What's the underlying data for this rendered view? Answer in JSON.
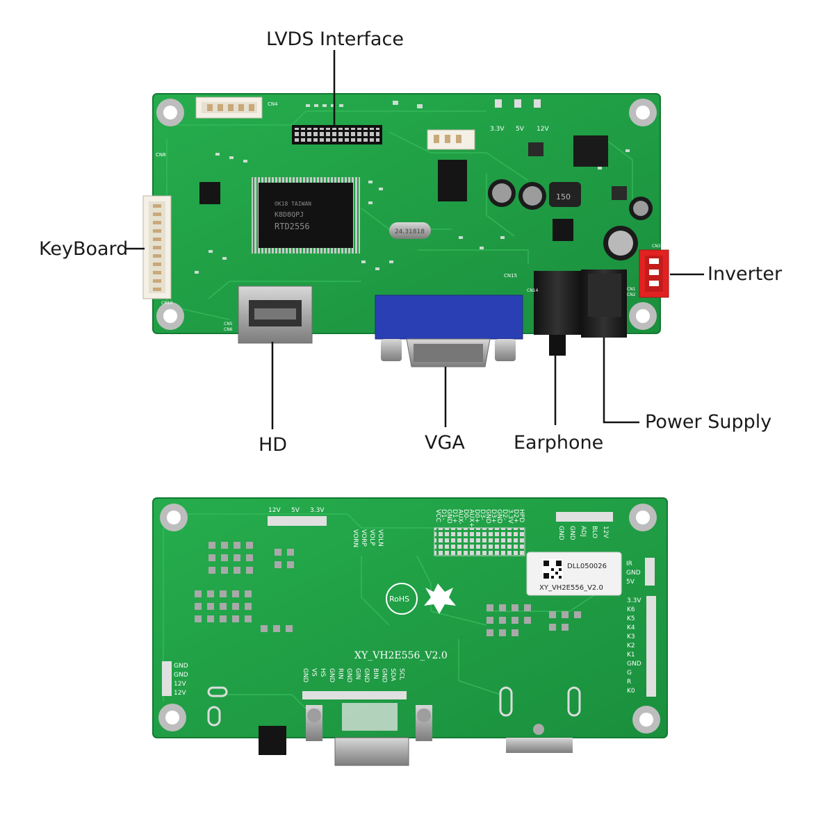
{
  "callouts": {
    "lvds": "LVDS Interface",
    "keyboard": "KeyBoard",
    "inverter": "Inverter",
    "hd": "HD",
    "vga": "VGA",
    "earphone": "Earphone",
    "power_supply": "Power Supply"
  },
  "front_board": {
    "connector_labels": {
      "cn4": "CN4",
      "cn8": "CN8",
      "cn10": "CN10",
      "cn5": "CN5",
      "cn6": "CN6",
      "cn15": "CN15",
      "cn14": "CN14",
      "cn1": "CN1",
      "cn2": "CN2",
      "cn3": "CN3"
    },
    "jumper_labels": [
      "3.3V",
      "5V",
      "12V"
    ],
    "chip_text": [
      "RTD2556",
      "K8D8QPJ",
      "OK18 TAIWAN"
    ],
    "crystal_text": "24.31818",
    "capacitor_text": "150"
  },
  "back_board": {
    "model": "XY_VH2E556_V2.0",
    "sticker_code": "DLL050026",
    "sticker_model": "XY_VH2E556_V2.0",
    "rohs": "RoHS",
    "top_left_pins": [
      "12V",
      "5V",
      "3.3V"
    ],
    "vol_pins": [
      "VOLN",
      "VOLP",
      "VORP",
      "VORN"
    ],
    "dp_pins_a": [
      "VCC",
      "GND",
      "AUX-",
      "AUX+",
      "D3-",
      "D3+",
      "D2-",
      "D2+",
      "D1-",
      "D1+",
      "D0-",
      "D0+",
      "GND",
      "GND",
      "3.3V",
      "HPD"
    ],
    "backlight_pins": [
      "GND",
      "GND",
      "ADJ",
      "BLO",
      "12V"
    ],
    "ir_pins": [
      "IR",
      "GND",
      "5V"
    ],
    "key_pins": [
      "3.3V",
      "K6",
      "K5",
      "K4",
      "K3",
      "K2",
      "K1",
      "GND",
      "G",
      "R",
      "K0"
    ],
    "power_pins": [
      "GND",
      "GND",
      "12V",
      "12V"
    ],
    "bottom_pins": [
      "GND",
      "VS",
      "HS",
      "GND",
      "RIN",
      "GND",
      "GIN",
      "GND",
      "BIN",
      "GND",
      "SDA",
      "SCL"
    ]
  },
  "colors": {
    "pcb": "#1f9e45",
    "pcb_dark": "#137a32",
    "trace": "#2fb556",
    "vga_blue": "#2a3fb3",
    "inverter_red": "#e22222"
  }
}
